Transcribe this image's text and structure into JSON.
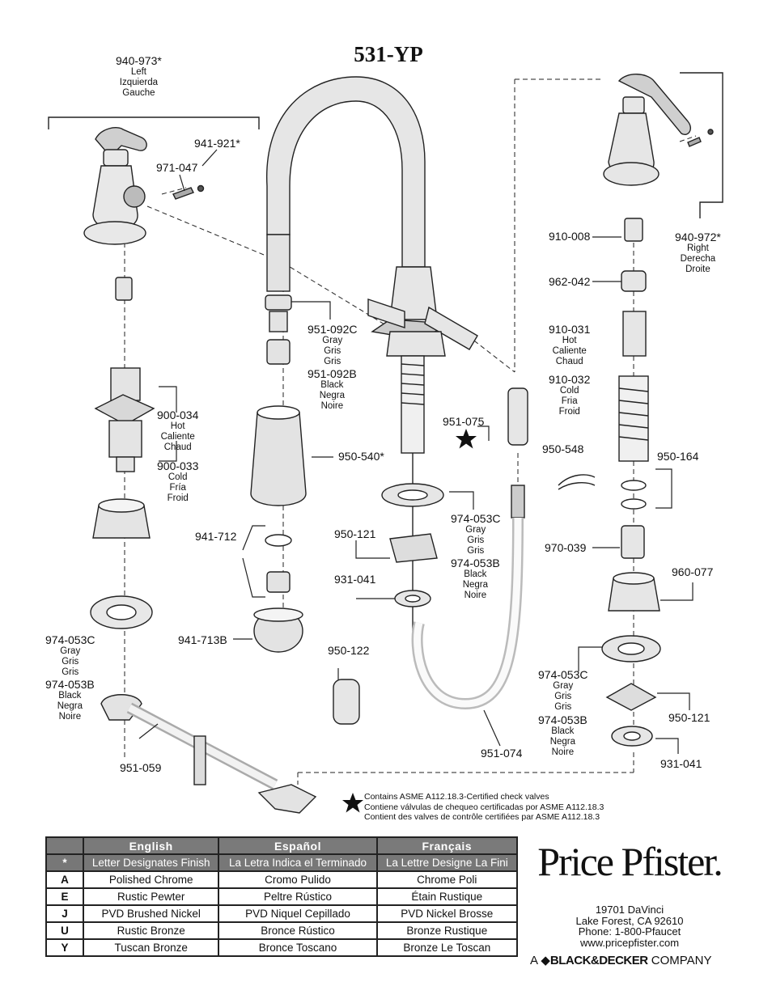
{
  "title": "531-YP",
  "parts": [
    {
      "id": "p940973",
      "number": "940-973*",
      "sub": [
        "Left",
        "Izquierda",
        "Gauche"
      ]
    },
    {
      "id": "p941921",
      "number": "941-921*",
      "sub": []
    },
    {
      "id": "p971047",
      "number": "971-047",
      "sub": []
    },
    {
      "id": "p940972",
      "number": "940-972*",
      "sub": [
        "Right",
        "Derecha",
        "Droite"
      ]
    },
    {
      "id": "p910008",
      "number": "910-008",
      "sub": []
    },
    {
      "id": "p962042",
      "number": "962-042",
      "sub": []
    },
    {
      "id": "p910031",
      "number": "910-031",
      "sub": [
        "Hot",
        "Caliente",
        "Chaud"
      ]
    },
    {
      "id": "p910032",
      "number": "910-032",
      "sub": [
        "Cold",
        "Fria",
        "Froid"
      ]
    },
    {
      "id": "p951092c",
      "number": "951-092C",
      "sub": [
        "Gray",
        "Gris",
        "Gris"
      ]
    },
    {
      "id": "p951092b",
      "number": "951-092B",
      "sub": [
        "Black",
        "Negra",
        "Noire"
      ]
    },
    {
      "id": "p900034",
      "number": "900-034",
      "sub": [
        "Hot",
        "Caliente",
        "Chaud"
      ]
    },
    {
      "id": "p900033",
      "number": "900-033",
      "sub": [
        "Cold",
        "Fría",
        "Froid"
      ]
    },
    {
      "id": "p951075",
      "number": "951-075",
      "sub": []
    },
    {
      "id": "p950548",
      "number": "950-548",
      "sub": []
    },
    {
      "id": "p950164",
      "number": "950-164",
      "sub": []
    },
    {
      "id": "p950540",
      "number": "950-540*",
      "sub": []
    },
    {
      "id": "p941712",
      "number": "941-712",
      "sub": []
    },
    {
      "id": "p974053c_m",
      "number": "974-053C",
      "sub": [
        "Gray",
        "Gris",
        "Gris"
      ]
    },
    {
      "id": "p974053b_m",
      "number": "974-053B",
      "sub": [
        "Black",
        "Negra",
        "Noire"
      ]
    },
    {
      "id": "p950121_m",
      "number": "950-121",
      "sub": []
    },
    {
      "id": "p970039",
      "number": "970-039",
      "sub": []
    },
    {
      "id": "p960077",
      "number": "960-077",
      "sub": []
    },
    {
      "id": "p931041_m",
      "number": "931-041",
      "sub": []
    },
    {
      "id": "p941713b",
      "number": "941-713B",
      "sub": []
    },
    {
      "id": "p974053c_l",
      "number": "974-053C",
      "sub": [
        "Gray",
        "Gris",
        "Gris"
      ]
    },
    {
      "id": "p974053b_l",
      "number": "974-053B",
      "sub": [
        "Black",
        "Negra",
        "Noire"
      ]
    },
    {
      "id": "p950122",
      "number": "950-122",
      "sub": []
    },
    {
      "id": "p974053c_r",
      "number": "974-053C",
      "sub": [
        "Gray",
        "Gris",
        "Gris"
      ]
    },
    {
      "id": "p974053b_r",
      "number": "974-053B",
      "sub": [
        "Black",
        "Negra",
        "Noire"
      ]
    },
    {
      "id": "p950121_r",
      "number": "950-121",
      "sub": []
    },
    {
      "id": "p931041_r",
      "number": "931-041",
      "sub": []
    },
    {
      "id": "p951074",
      "number": "951-074",
      "sub": []
    },
    {
      "id": "p951059",
      "number": "951-059",
      "sub": []
    }
  ],
  "note": {
    "en": "Contains ASME A112.18.3-Certified check valves",
    "es": "Contiene válvulas de chequeo certificadas por ASME A112.18.3",
    "fr": "Contient des valves de contrôle certifiées par ASME A112.18.3"
  },
  "finish_table": {
    "headers": [
      "English",
      "Español",
      "Français"
    ],
    "star_row": {
      "code": "*",
      "values": [
        "Letter Designates Finish",
        "La Letra Indica el Terminado",
        "La Lettre Designe La Fini"
      ]
    },
    "rows": [
      {
        "code": "A",
        "values": [
          "Polished Chrome",
          "Cromo Pulido",
          "Chrome Poli"
        ]
      },
      {
        "code": "E",
        "values": [
          "Rustic Pewter",
          "Peltre Rústico",
          "Étain Rustique"
        ]
      },
      {
        "code": "J",
        "values": [
          "PVD Brushed Nickel",
          "PVD Niquel Cepillado",
          "PVD Nickel Brosse"
        ]
      },
      {
        "code": "U",
        "values": [
          "Rustic Bronze",
          "Bronce Rústico",
          "Bronze Rustique"
        ]
      },
      {
        "code": "Y",
        "values": [
          "Tuscan Bronze",
          "Bronce Toscano",
          "Bronze Le Toscan"
        ]
      }
    ]
  },
  "brand": {
    "logo": "Price Pfister.",
    "address": [
      "19701 DaVinci",
      "Lake Forest, CA 92610",
      "Phone: 1-800-Pfaucet",
      "www.pricepfister.com"
    ],
    "company_prefix": "A",
    "company_name": "BLACK&DECKER",
    "company_suffix": "COMPANY"
  }
}
